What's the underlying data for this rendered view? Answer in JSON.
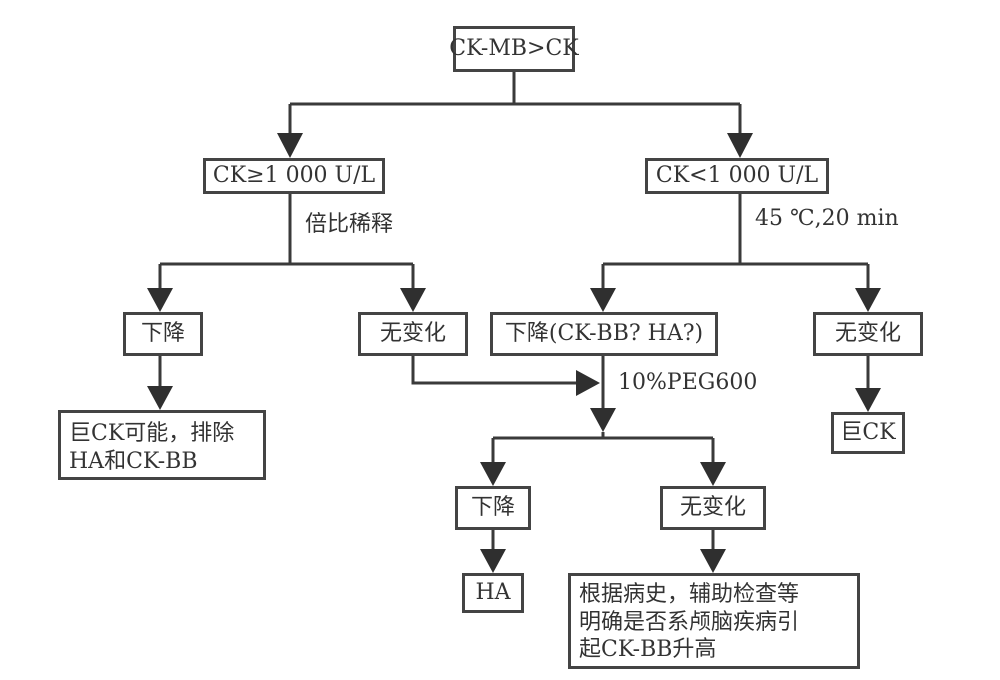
{
  "nodes": {
    "root": "CK-MB>CK",
    "high_ck": "CK≥1 000 U/L",
    "low_ck": "CK<1 000 U/L",
    "left_decrease": "下降",
    "left_no_change": "无变化",
    "right_decrease": "下降(CK-BB? HA?)",
    "right_no_change": "无变化",
    "macro_ck_result": [
      "巨CK可能，排除",
      "HA和CK-BB"
    ],
    "macro_ck": "巨CK",
    "peg_decrease": "下降",
    "peg_no_change": "无变化",
    "ha": "HA",
    "final_note": [
      "根据病史，辅助检查等",
      "明确是否系颅脑疾病引",
      "起CK-BB升高"
    ]
  },
  "edge_labels": {
    "dilution": "倍比稀释",
    "heating": "45 ℃,20 min",
    "peg": "10%PEG600"
  }
}
